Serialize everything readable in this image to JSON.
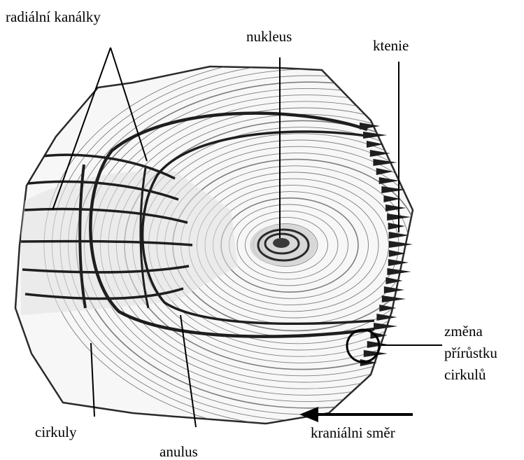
{
  "labels": {
    "radial_canals": "radiální kanálky",
    "nucleus": "nukleus",
    "ctenii": "ktenie",
    "growth_change_line1": "změna",
    "growth_change_line2": "přírůstku",
    "growth_change_line3": "cirkulů",
    "circuli": "cirkuly",
    "annulus": "anulus",
    "cranial_direction": "kraniálni směr"
  },
  "colors": {
    "ink": "#000000",
    "scale_fill": "#f7f7f7",
    "ring": "#555555",
    "dark_ring": "#1e1e1e",
    "band_shade": "#e2e2e2"
  }
}
